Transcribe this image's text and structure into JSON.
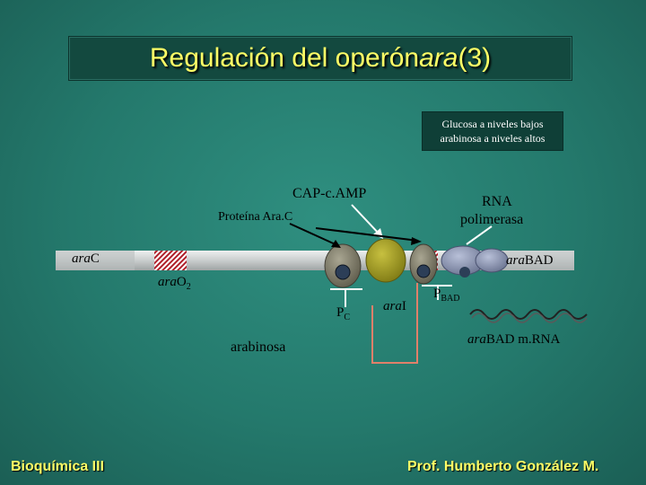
{
  "title": {
    "prefix": "Regulación del operón ",
    "italic": "ara",
    "suffix": " (3)"
  },
  "conditions": {
    "line1": "Glucosa a niveles bajos",
    "line2": "arabinosa a niveles altos"
  },
  "labels": {
    "cap_camp": "CAP-c.AMP",
    "rna_pol_line1": "RNA",
    "rna_pol_line2": "polimerasa",
    "proteina_arac": "Proteína Ara.C",
    "arac_gene_italic": "ara",
    "arac_gene_rest": "C",
    "arabad_gene_italic": "ara",
    "arabad_gene_rest": "BAD",
    "arao2_italic": "ara",
    "arao2_rest": "O",
    "arao2_sub": "2",
    "pc_main": "P",
    "pc_sub": "C",
    "arai_italic": "ara",
    "arai_rest": "I",
    "pbad_main": "P",
    "pbad_sub": "BAD",
    "arabinosa": "arabinosa",
    "mrna_italic": "ara",
    "mrna_rest": "BAD m.RNA"
  },
  "footer": {
    "left": "Bioquímica III",
    "right": "Prof. Humberto González M."
  },
  "colors": {
    "title_text": "#ffff66",
    "dna": "#cfd3d3",
    "arac_protein": "#8a8672",
    "cap_protein": "#a79f20",
    "rna_polymerase": "#8f97b0",
    "link_lines": "#e0806a"
  }
}
